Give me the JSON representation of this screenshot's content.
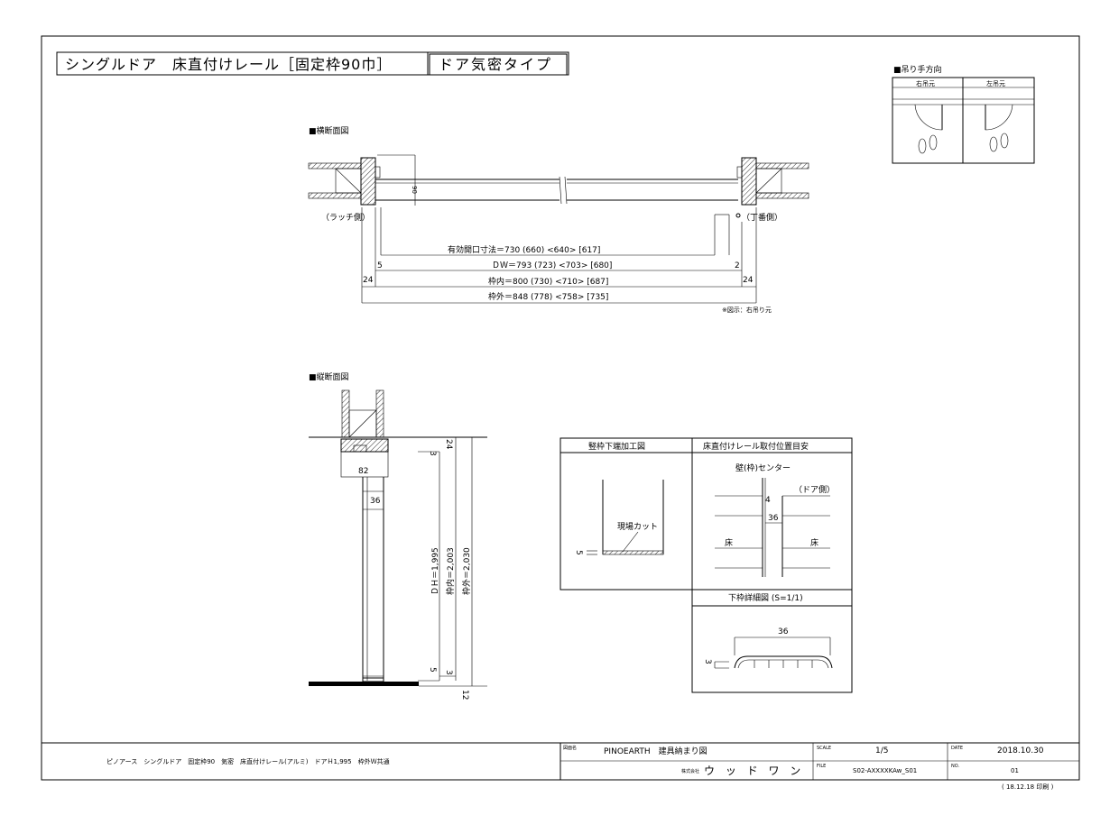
{
  "title": {
    "main": "シングルドア　床直付けレール［固定枠90巾］",
    "type": "ドア気密タイプ"
  },
  "hanging": {
    "heading": "■吊り手方向",
    "right_label": "右吊元",
    "left_label": "左吊元"
  },
  "horizontal_section": {
    "heading": "■横断面図",
    "latch_side": "（ラッチ側）",
    "hinge_side": "（丁番側）",
    "thickness_label": "90",
    "dim_effective": "有効開口寸法＝730 (660) <640> [617]",
    "dim_dw": "ＤＷ＝793 (723) <703> [680]",
    "dim_inner": "枠内＝800 (730) <710> [687]",
    "dim_outer": "枠外＝848 (778) <758> [735]",
    "num_5": "5",
    "num_2": "2",
    "num_24_left": "24",
    "num_24_right": "24",
    "note": "※図示：右吊り元"
  },
  "vertical_section": {
    "heading": "■縦断面図",
    "num_24": "24",
    "num_3_top": "3",
    "num_82": "82",
    "num_36": "36",
    "dim_dh": "ＤＨ＝1,995",
    "dim_inner": "枠内＝2,003",
    "dim_outer": "枠外＝2,030",
    "num_5": "5",
    "num_3_bottom": "3",
    "num_12": "12"
  },
  "detail_stile": {
    "heading": "竪枠下端加工図",
    "site_cut": "現場カット",
    "num_5": "5"
  },
  "detail_rail_position": {
    "heading": "床直付けレール取付位置目安",
    "wall_center": "壁(枠)センター",
    "door_side": "（ドア側）",
    "num_4": "4",
    "num_36": "36",
    "floor_left": "床",
    "floor_right": "床"
  },
  "detail_bottom": {
    "heading": "下枠詳細図 (S=1/1)",
    "num_36": "36",
    "num_3": "3"
  },
  "title_block": {
    "description": "ピノアース　シングルドア　固定枠90　気密　床直付けレール(アルミ)　ドアＨ1,995　枠外Ｗ共通",
    "dwg_label": "図面名",
    "dwg_value": "PINOEARTH　建具納まり図",
    "company_label": "株式会社",
    "company_value": "ウ ッ ド ワ ン",
    "scale_label": "SCALE",
    "scale_value": "1/5",
    "file_label": "FILE",
    "file_value": "S02-AXXXXKAw_S01",
    "date_label": "DATE",
    "date_value": "2018.10.30",
    "no_label": "NO.",
    "no_value": "01",
    "print_note": "( 18.12.18 印刷 )"
  }
}
